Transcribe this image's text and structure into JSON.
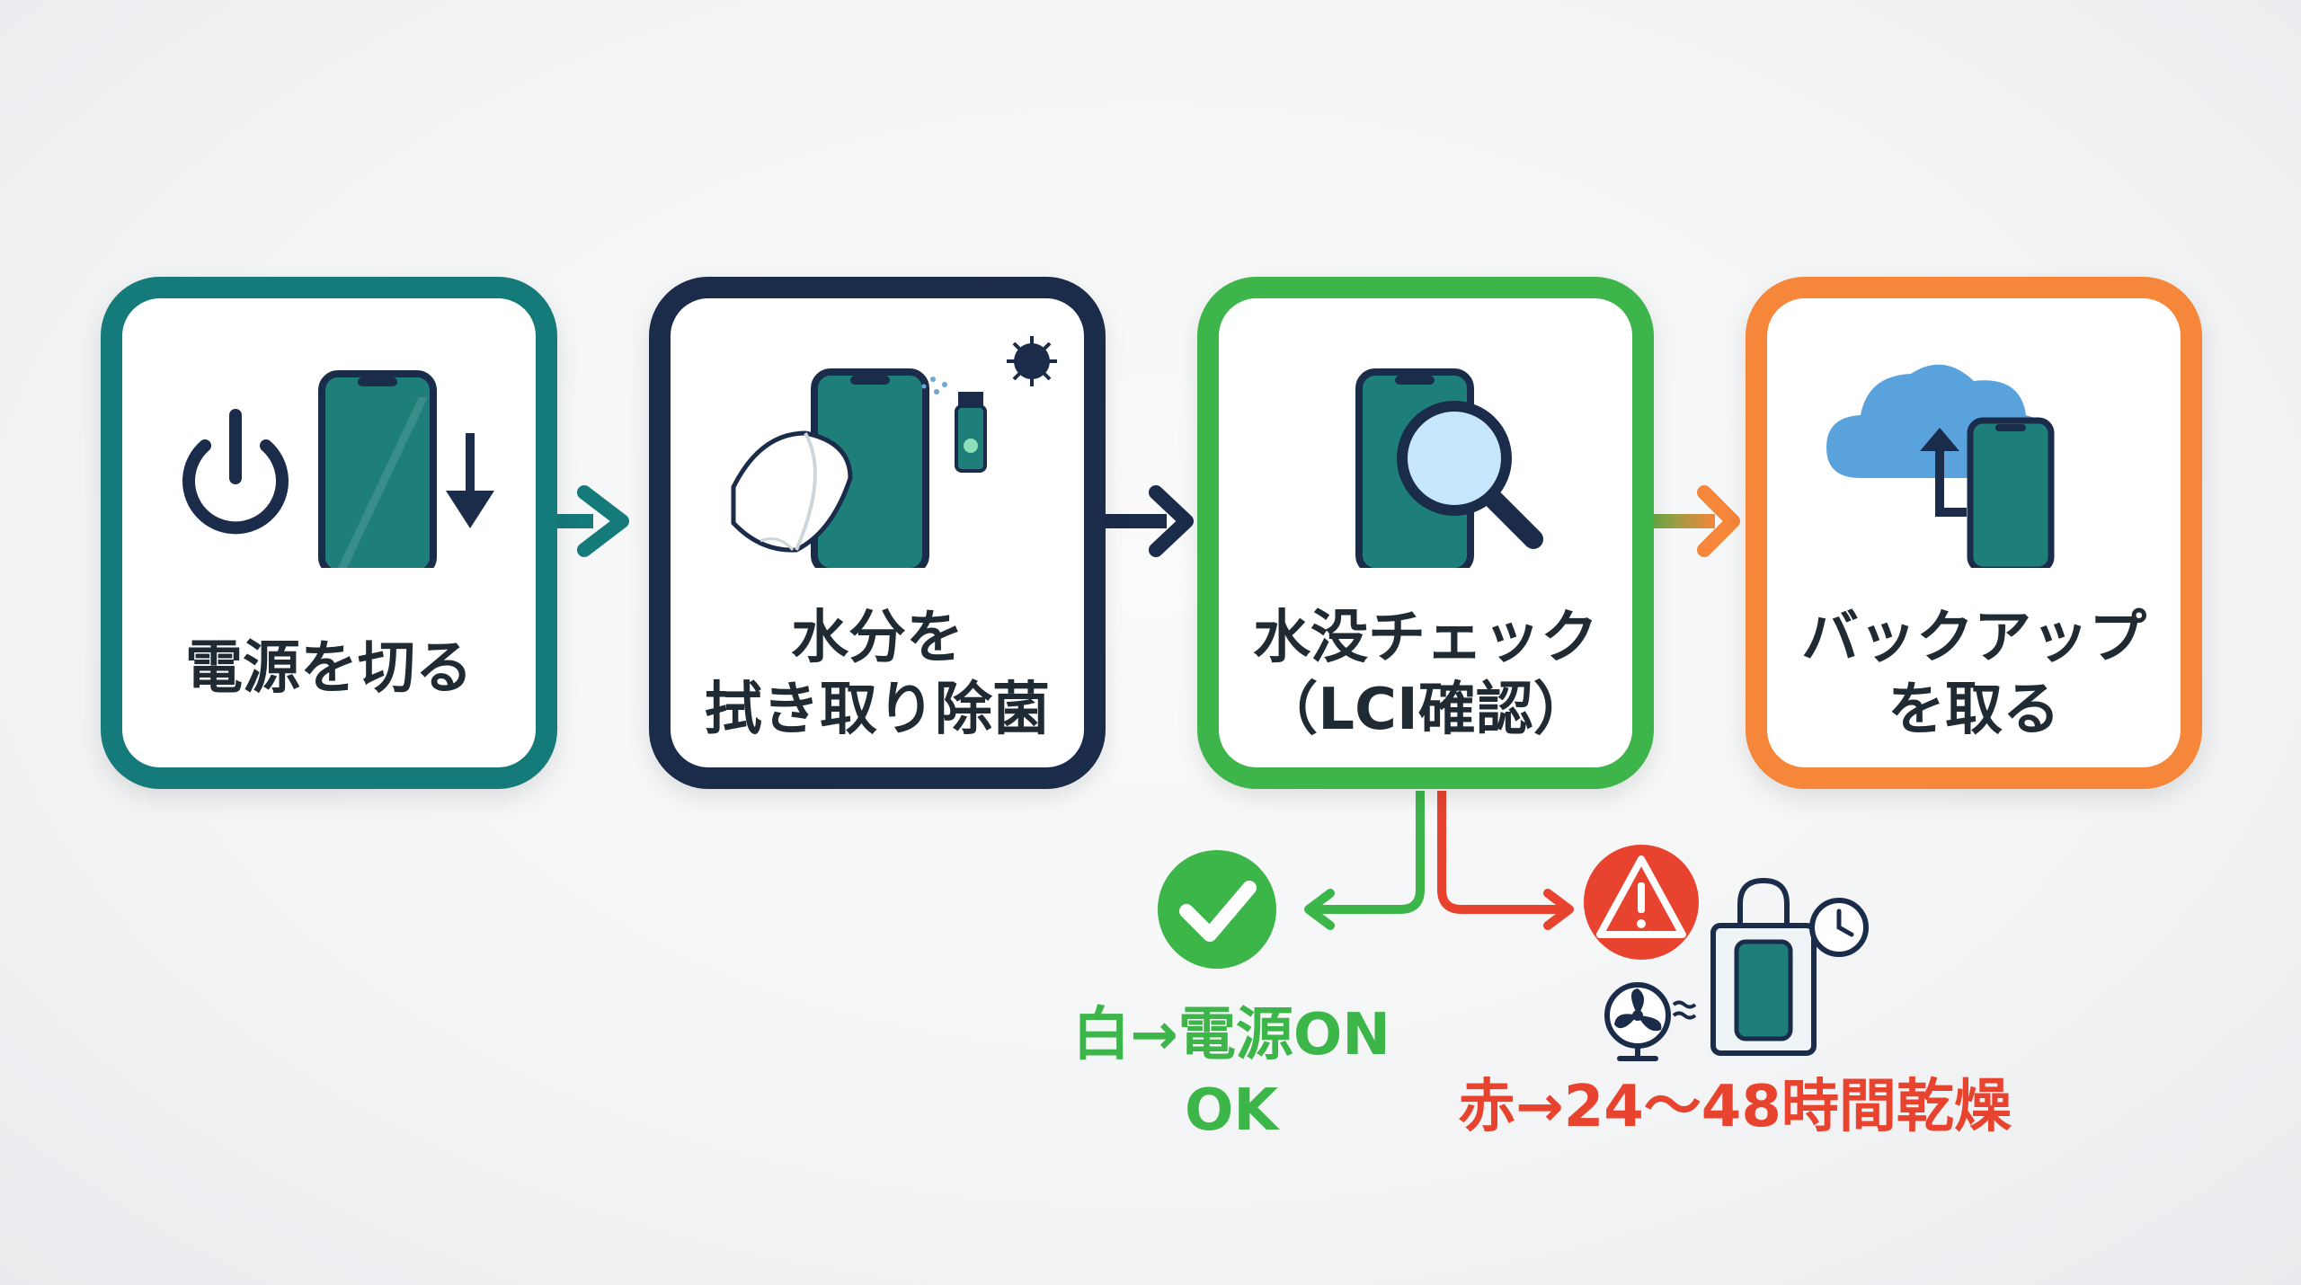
{
  "steps": [
    {
      "label_line1": "電源を切る",
      "label_line2": "",
      "border_color": "#147a7a"
    },
    {
      "label_line1": "水分を",
      "label_line2": "拭き取り除菌",
      "border_color": "#1b2c4b"
    },
    {
      "label_line1": "水没チェック",
      "label_line2": "（LCI確認）",
      "border_color": "#3db54a"
    },
    {
      "label_line1": "バックアップ",
      "label_line2": "を取る",
      "border_color": "#f5863a"
    }
  ],
  "branches": {
    "ok": {
      "line1": "白→電源ON",
      "line2": "OK",
      "color": "#3cb549",
      "icon": "check-circle-icon"
    },
    "ng": {
      "text": "赤→24〜48時間乾燥",
      "color": "#e8432f",
      "icon": "warning-icon"
    }
  },
  "icons": {
    "step1": [
      "power-icon",
      "smartphone-icon",
      "down-arrow-icon"
    ],
    "step2": [
      "cloth-icon",
      "smartphone-icon",
      "spray-bottle-icon",
      "virus-icon"
    ],
    "step3": [
      "smartphone-icon",
      "magnifier-icon"
    ],
    "step4": [
      "cloud-icon",
      "upload-arrow-icon",
      "smartphone-icon"
    ],
    "ng": [
      "fan-icon",
      "bag-icon",
      "clock-icon"
    ]
  },
  "colors": {
    "teal": "#147a7a",
    "phone": "#1e7f7a",
    "navy": "#1b2c4b",
    "green": "#3db54a",
    "orange": "#f5863a",
    "red": "#e8432f",
    "cloud": "#5aa2dc"
  }
}
